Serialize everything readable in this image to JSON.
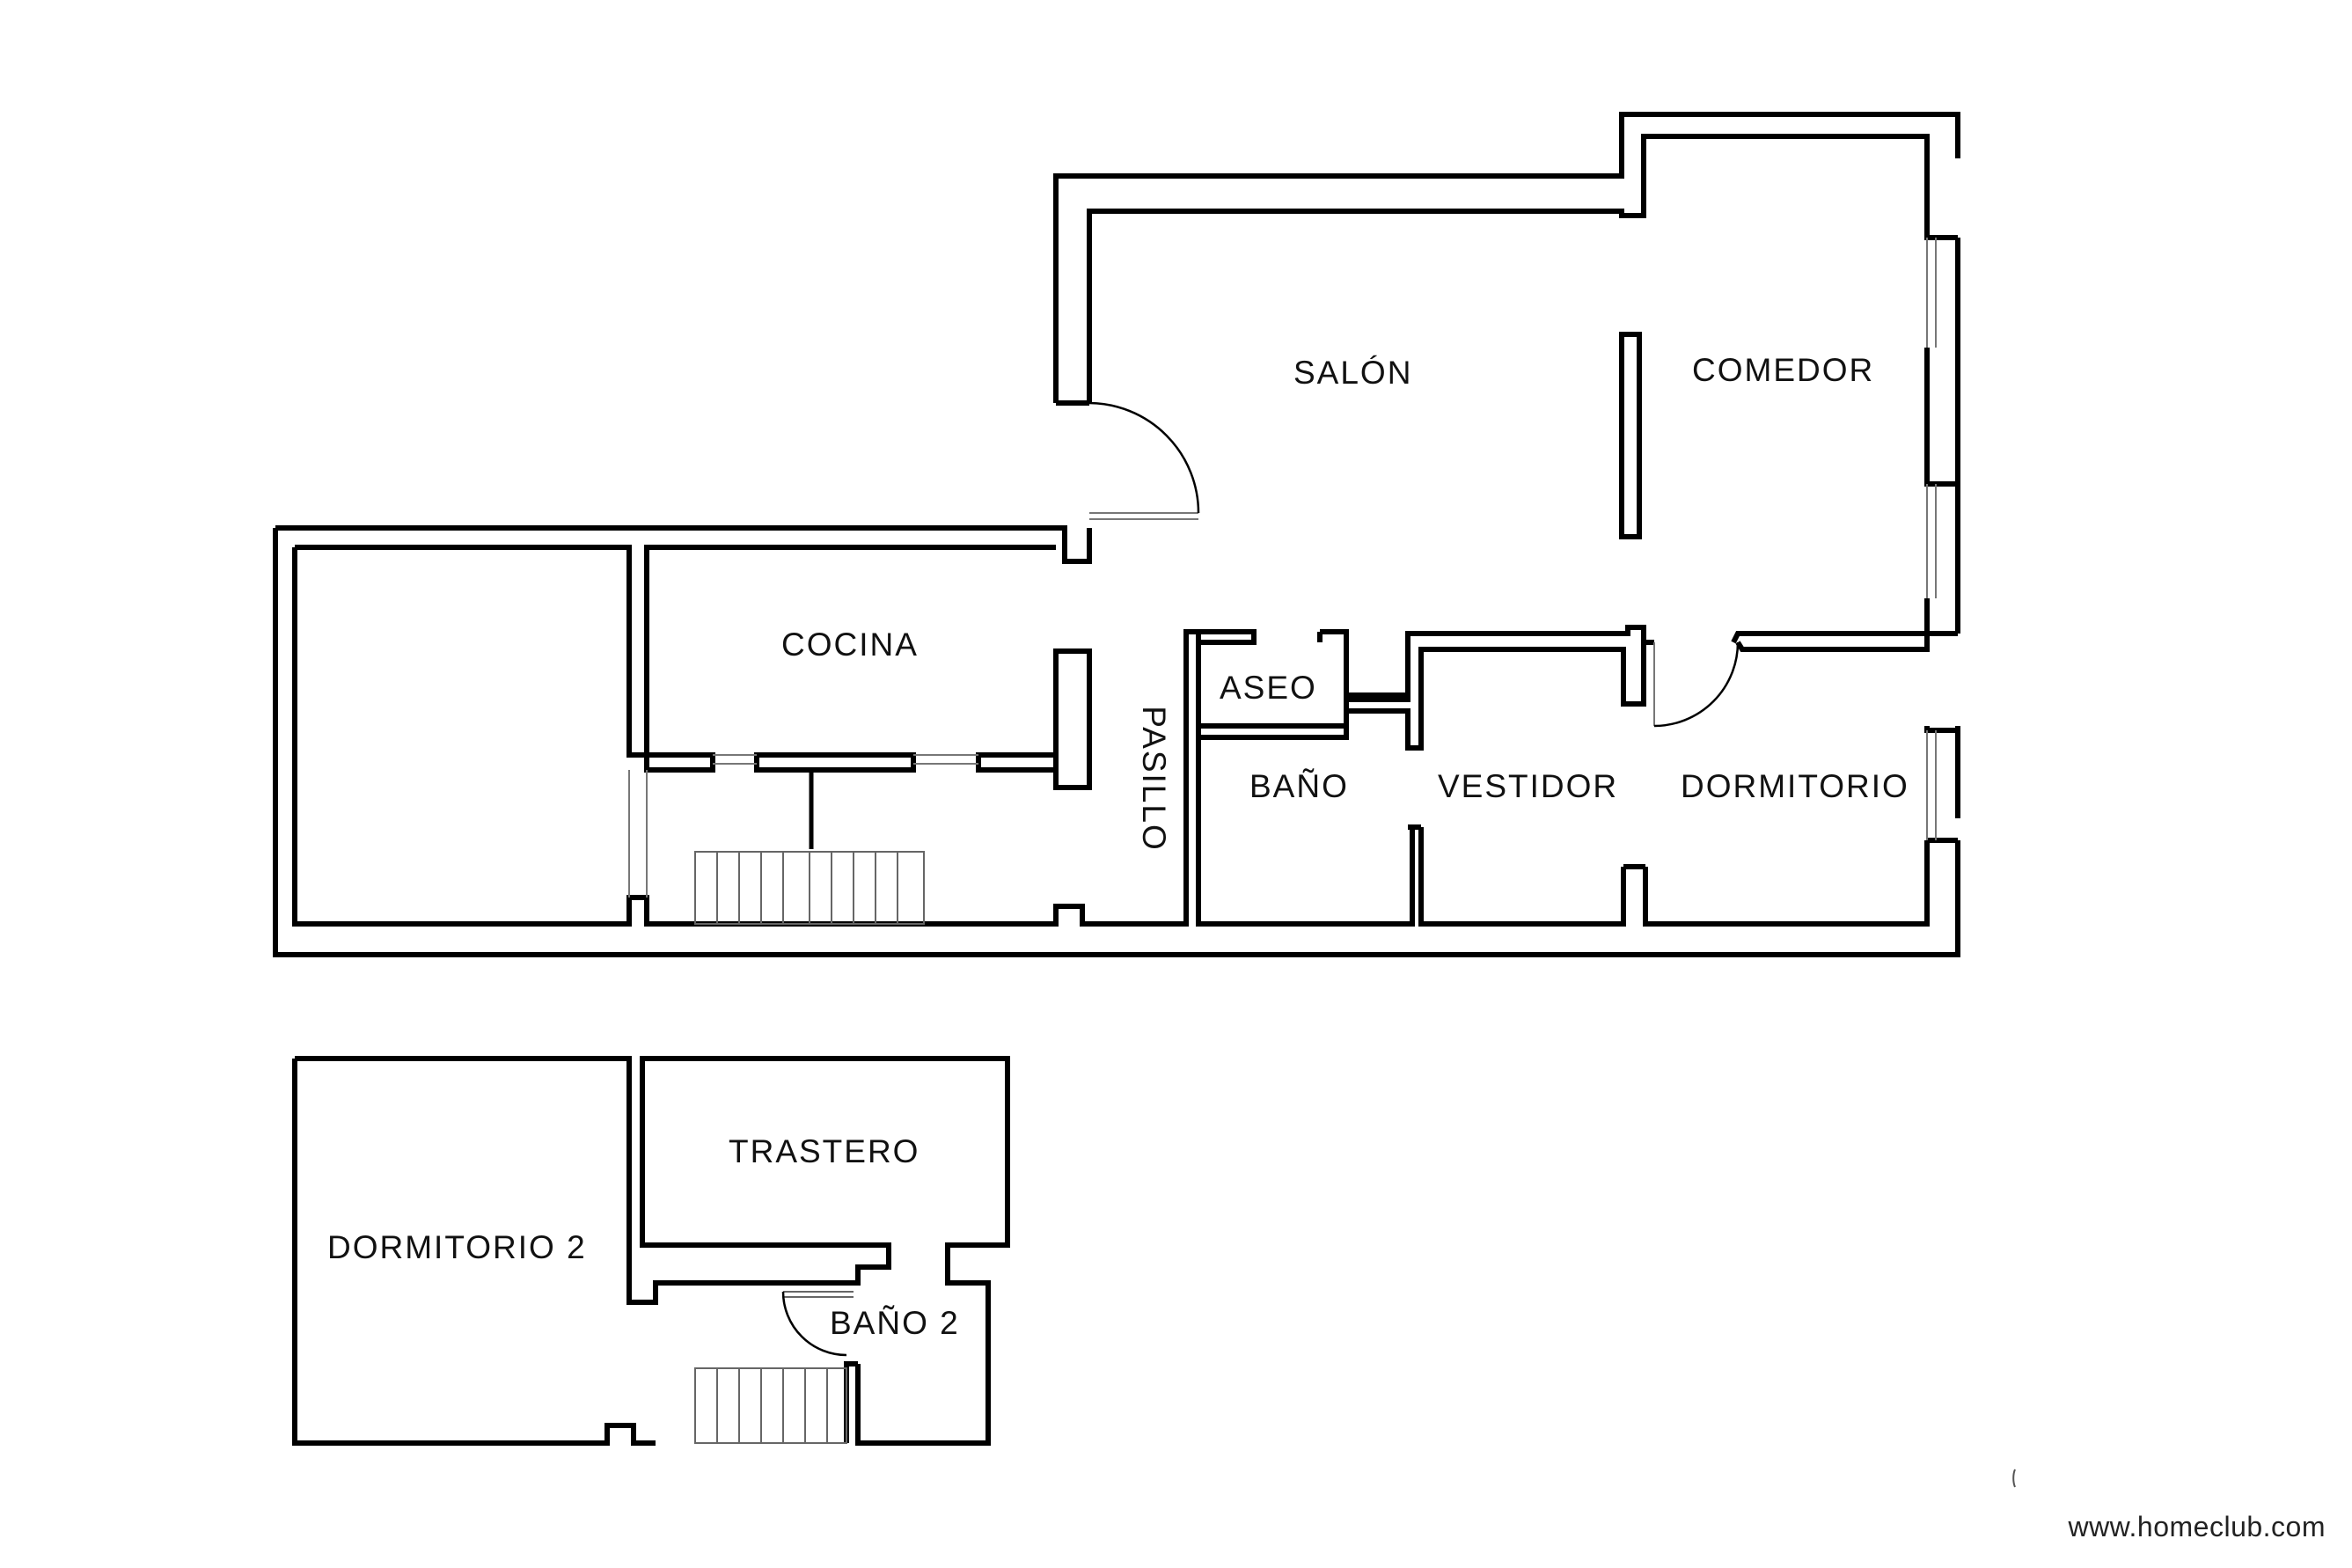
{
  "plan": {
    "upper_floor": {
      "rooms": {
        "salon": "SALÓN",
        "comedor": "COMEDOR",
        "cocina": "COCINA",
        "aseo": "ASEO",
        "pasillo": "PASILLO",
        "bano": "BAÑO",
        "vestidor": "VESTIDOR",
        "dormitorio": "DORMITORIO"
      }
    },
    "lower_floor": {
      "rooms": {
        "trastero": "TRASTERO",
        "dormitorio_2": "DORMITORIO 2",
        "bano_2": "BAÑO 2"
      }
    }
  },
  "website": "www.homeclub.com",
  "colors": {
    "wall": "#000000",
    "background": "#ffffff",
    "fixture": "#888888"
  }
}
